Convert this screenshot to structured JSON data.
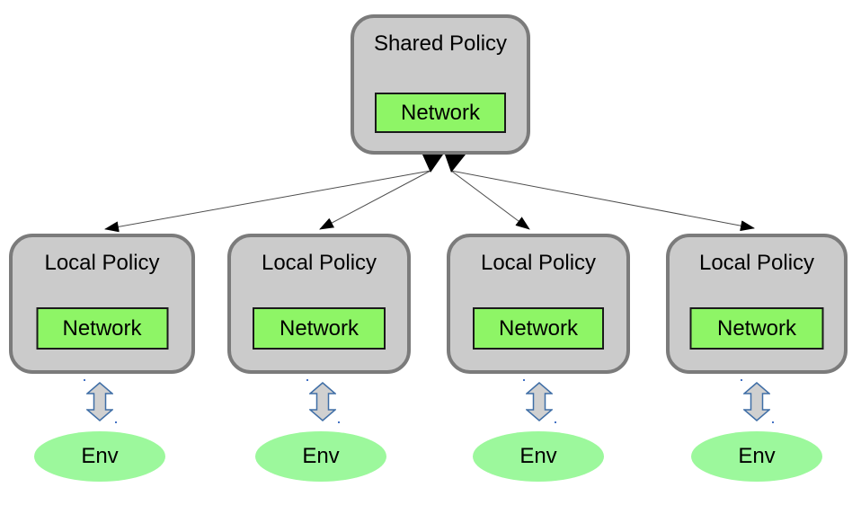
{
  "diagram": {
    "shared_policy": {
      "label": "Shared Policy",
      "network_label": "Network"
    },
    "local_policies": [
      {
        "label": "Local Policy",
        "network_label": "Network"
      },
      {
        "label": "Local Policy",
        "network_label": "Network"
      },
      {
        "label": "Local Policy",
        "network_label": "Network"
      },
      {
        "label": "Local Policy",
        "network_label": "Network"
      }
    ],
    "environments": [
      {
        "label": "Env"
      },
      {
        "label": "Env"
      },
      {
        "label": "Env"
      },
      {
        "label": "Env"
      }
    ],
    "colors": {
      "background": "#ffffff",
      "node_fill": "#cbcbcb",
      "node_border": "#7b7b7b",
      "network_fill": "#8ef566",
      "network_border": "#1a1a1a",
      "env_fill": "#9cf89c",
      "edge_line": "#4d4d4d",
      "arrowhead": "#000000",
      "block_arrow_fill": "#d0d0d0",
      "block_arrow_stroke": "#3f6ea6",
      "glue_dot": "#4472c4"
    }
  }
}
